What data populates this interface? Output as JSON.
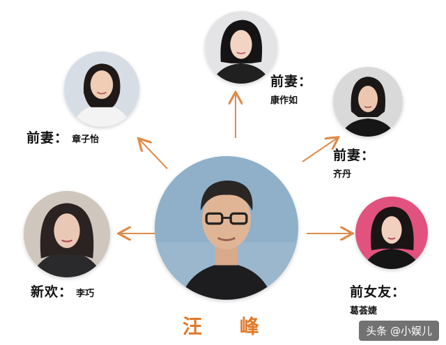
{
  "center": {
    "name": "汪 峰",
    "color": "#e07a2a"
  },
  "nodes": [
    {
      "id": "zhang",
      "role": "前妻：",
      "name": "章子怡"
    },
    {
      "id": "kang",
      "role": "前妻：",
      "name": "康作如"
    },
    {
      "id": "qi",
      "role": "前妻：",
      "name": "齐丹"
    },
    {
      "id": "li",
      "role": "新欢：",
      "name": "李巧"
    },
    {
      "id": "ge",
      "role": "前女友：",
      "name": "葛荟婕"
    }
  ],
  "arrow_color": "#e08a4a",
  "watermark": "头条 @小娱儿"
}
